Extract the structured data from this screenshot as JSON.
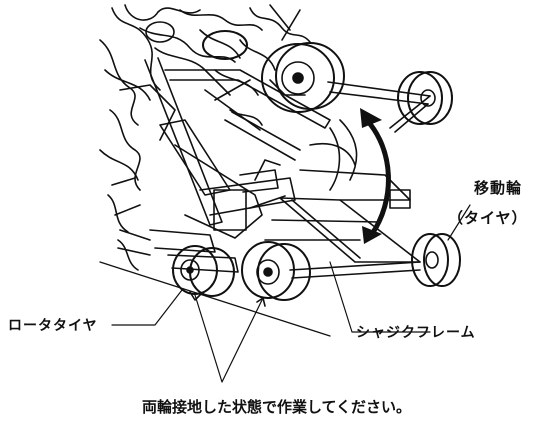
{
  "labels": {
    "moving_wheel": "移動輪",
    "tire": "（タイヤ）",
    "rotor_tire": "ロータタイヤ",
    "chassis_frame": "シャジクフレーム"
  },
  "caption": "両輪接地した状態で作業してください。"
}
